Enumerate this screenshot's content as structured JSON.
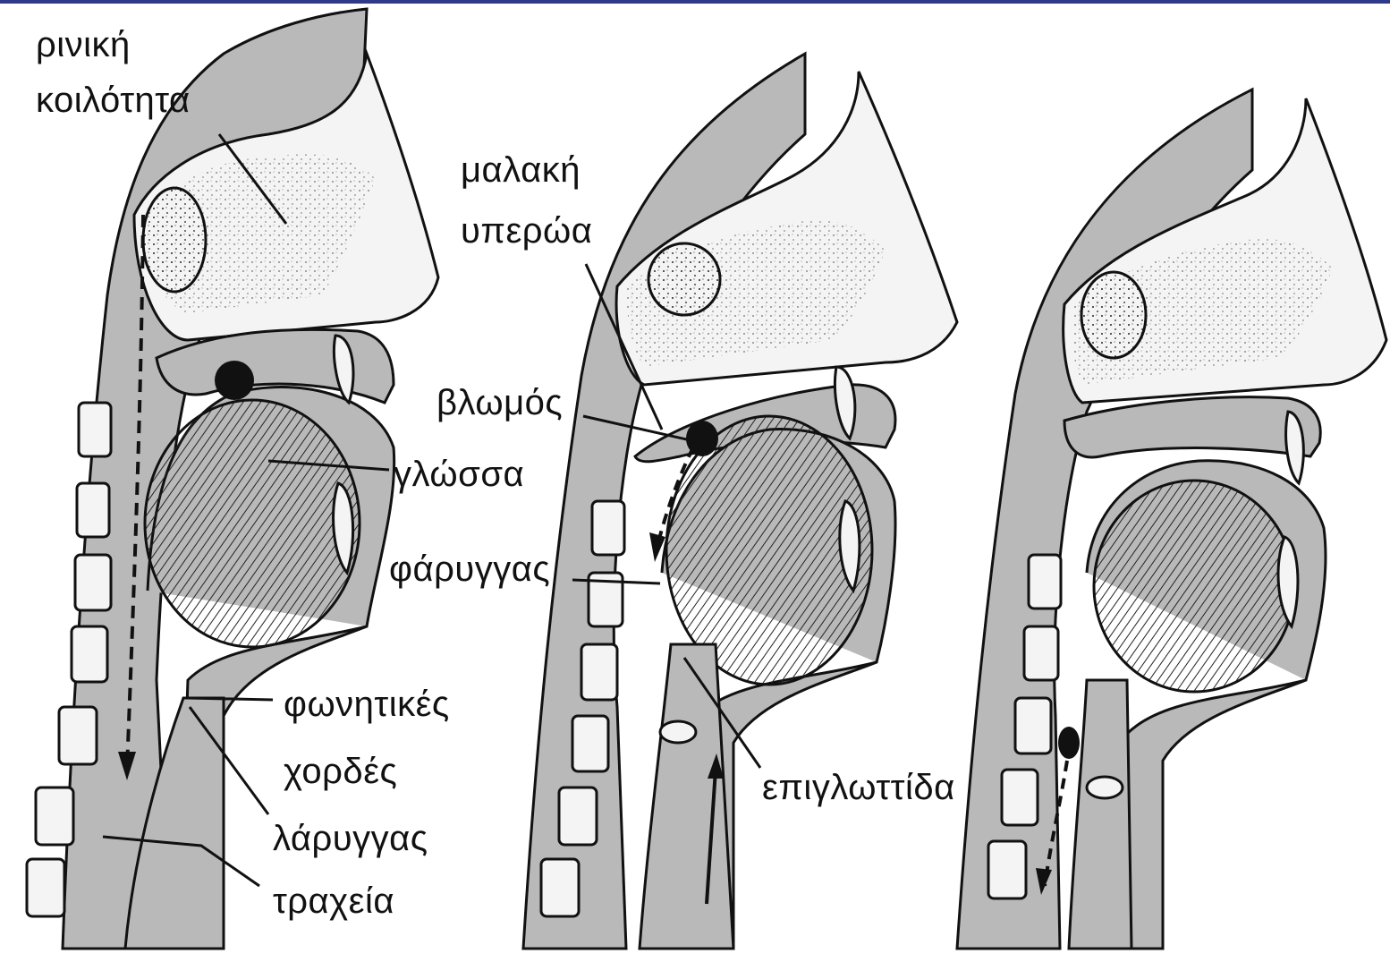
{
  "labels": {
    "nasal_cavity_line1": "ρινική",
    "nasal_cavity_line2": "κοιλότητα",
    "soft_palate_line1": "μαλακή",
    "soft_palate_line2": "υπερώα",
    "bolus": "βλωμός",
    "tongue": "γλώσσα",
    "pharynx": "φάρυγγας",
    "vocal_cords_line1": "φωνητικές",
    "vocal_cords_line2": "χορδές",
    "larynx": "λάρυγγας",
    "epiglottis": "επιγλωττίδα",
    "trachea": "τραχεία"
  },
  "colors": {
    "tissue": "#b9b9b9",
    "bone": "#f4f4f4",
    "ink": "#111111",
    "frame": "#2f3a8f"
  }
}
